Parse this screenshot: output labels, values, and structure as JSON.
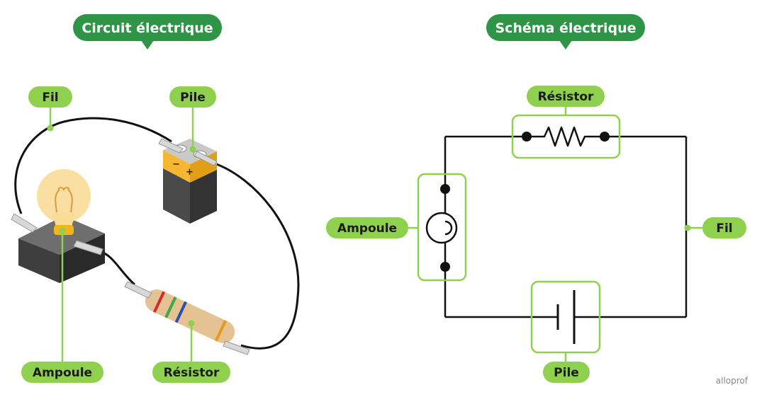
{
  "titles": {
    "left": "Circuit électrique",
    "right": "Schéma électrique"
  },
  "left_labels": {
    "wire": "Fil",
    "battery": "Pile",
    "bulb": "Ampoule",
    "resistor": "Résistor"
  },
  "right_labels": {
    "resistor": "Résistor",
    "bulb": "Ampoule",
    "wire": "Fil",
    "battery": "Pile"
  },
  "battery_signs": {
    "minus": "−",
    "plus": "+"
  },
  "brand": "alloprof",
  "colors": {
    "title_green": "#2e9446",
    "label_green": "#8fd14f",
    "pointer_green": "#8fd14f",
    "wire": "#111111"
  }
}
